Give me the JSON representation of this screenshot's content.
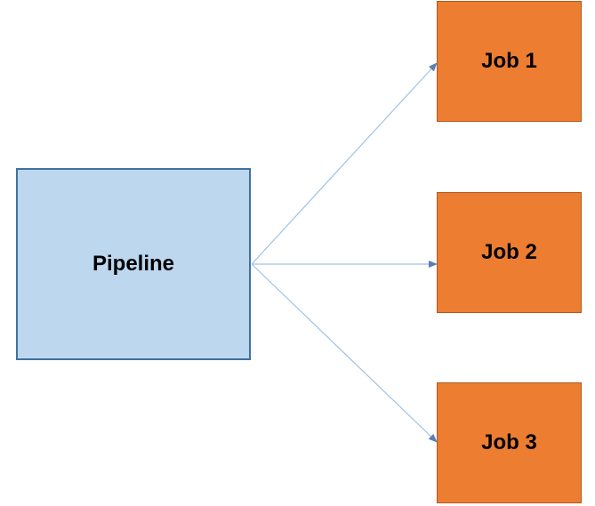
{
  "nodes": {
    "pipeline": {
      "label": "Pipeline",
      "color": "#bdd7ee",
      "border": "#41719c"
    },
    "jobs": [
      {
        "label": "Job 1",
        "color": "#ed7d31"
      },
      {
        "label": "Job 2",
        "color": "#ed7d31"
      },
      {
        "label": "Job 3",
        "color": "#ed7d31"
      }
    ]
  },
  "edges": [
    {
      "from": "Pipeline",
      "to": "Job 1"
    },
    {
      "from": "Pipeline",
      "to": "Job 2"
    },
    {
      "from": "Pipeline",
      "to": "Job 3"
    }
  ],
  "colors": {
    "arrow": "#9dc3e6",
    "arrowhead": "#5b7fb5"
  }
}
